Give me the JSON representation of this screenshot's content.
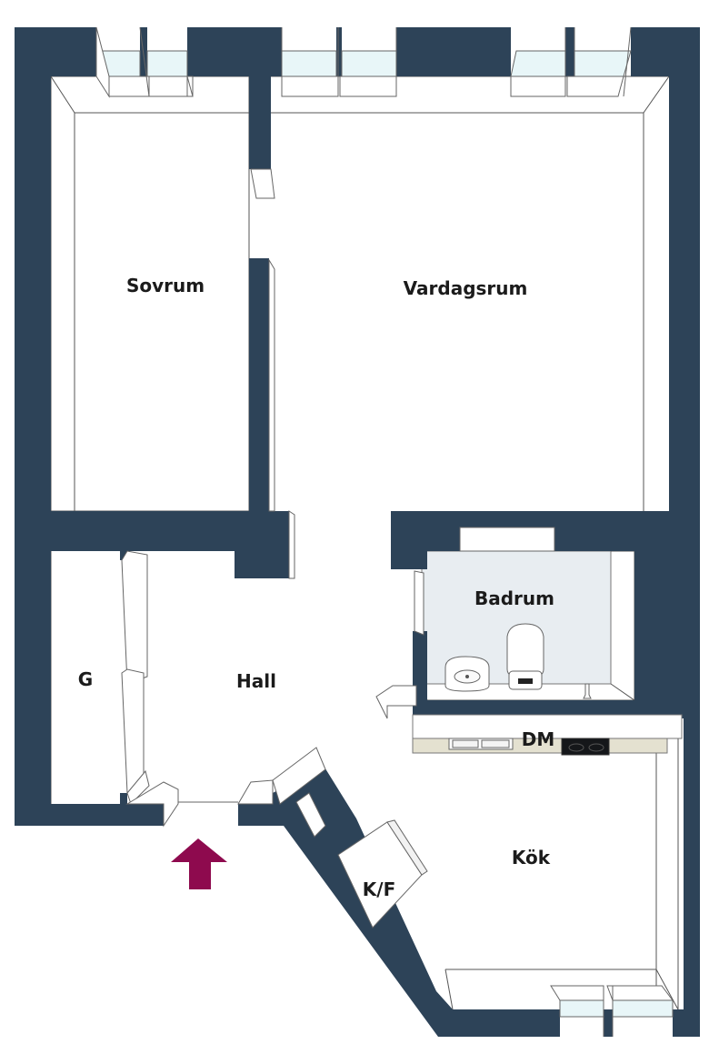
{
  "rooms": {
    "sovrum": "Sovrum",
    "vardagsrum": "Vardagsrum",
    "badrum": "Badrum",
    "hall": "Hall",
    "garderob": "G",
    "dm": "DM",
    "kok": "Kök",
    "kf": "K/F"
  },
  "colors": {
    "wall": "#2d4358",
    "bathroom_floor": "#e8edf1",
    "kitchen_counter": "#e4e1d0",
    "entrance_arrow": "#8e0a4e",
    "window_glass": "#e8f6f8"
  },
  "icons": [
    "entrance-arrow-icon",
    "washbasin-icon",
    "toilet-icon",
    "sink-icon",
    "stove-icon",
    "fridge-freezer-icon"
  ]
}
